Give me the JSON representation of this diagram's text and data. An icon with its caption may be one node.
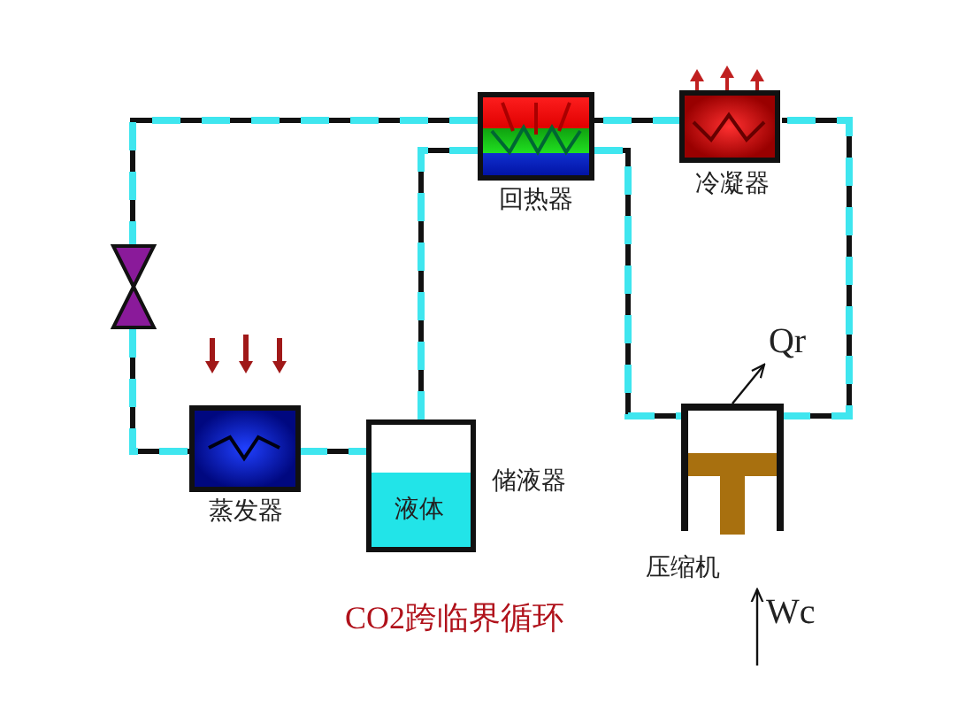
{
  "diagram": {
    "caption": "CO2跨临界循环",
    "nodes": [
      {
        "text": [
          "回热器"
        ]
      },
      {
        "text": [
          "冷凝器"
        ]
      },
      {
        "text": [],
        "shape": "valve"
      },
      {
        "text": [
          "蒸发器"
        ]
      },
      {
        "text": [
          "液体",
          "储液器"
        ]
      },
      {
        "text": [
          "压缩机"
        ]
      },
      {
        "text": [
          "Qr"
        ]
      }
    ],
    "edges": [
      {
        "from": 5,
        "to": 1,
        "arrow": "none"
      },
      {
        "from": 1,
        "to": 0,
        "arrow": "none"
      },
      {
        "from": 0,
        "to": 2,
        "arrow": "none"
      },
      {
        "from": 2,
        "to": 3,
        "arrow": "none"
      },
      {
        "from": 3,
        "to": 4,
        "arrow": "none"
      },
      {
        "from": 4,
        "to": 0,
        "arrow": "none"
      },
      {
        "from": 0,
        "to": 5,
        "arrow": "none"
      },
      {
        "from": 5,
        "to": 6,
        "arrow": "to"
      },
      {
        "from": null,
        "to": 5,
        "arrow": "to",
        "label": "Wc"
      }
    ]
  }
}
